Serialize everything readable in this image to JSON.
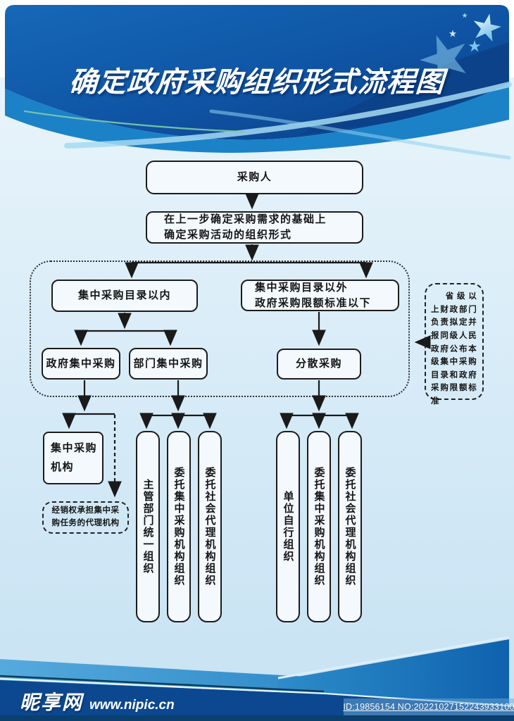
{
  "title": "确定政府采购组织形式流程图",
  "flowchart": {
    "purchaser": "采购人",
    "step2_line1": "在上一步确定采购需求的基础上",
    "step2_line2": "确定采购活动的组织形式",
    "within_catalog": "集中采购目录以内",
    "outside_catalog_line1": "集中采购目录以外",
    "outside_catalog_line2": "政府采购限额标准以下",
    "gov_centralized": "政府集中采购",
    "dept_centralized": "部门集中采购",
    "decentralized": "分散采购",
    "central_agency_line1": "集中采购",
    "central_agency_line2": "机构",
    "distributor_note_line1": "经销权承担集中采",
    "distributor_note_line2": "购任务的代理机构",
    "dept_children": [
      "主管部门统一组织",
      "委托集中采购机构组织",
      "委托社会代理机构组织"
    ],
    "decen_children": [
      "单位自行组织",
      "委托集中采购机构组织",
      "委托社会代理机构组织"
    ],
    "side_note": "省级以上财政部门负责拟定并报同级人民政府公布本级集中采购目录和政府采购限额标准"
  },
  "footer": {
    "site_name": "昵享网",
    "site_url": "www.nipic.cn",
    "id_text": "ID:19856154 NO:20221027152243933100"
  },
  "colors": {
    "header_blue": "#0d4a94",
    "wave_blue": "#1b82c8",
    "light_ribbon": "#a6d9f2",
    "green_accent": "#7ec8a8",
    "content_bg": "#d9ecf8",
    "box_fill": "#f3f9fd",
    "box_border": "#1c1c1c",
    "footer_navy": "#0c4890"
  }
}
